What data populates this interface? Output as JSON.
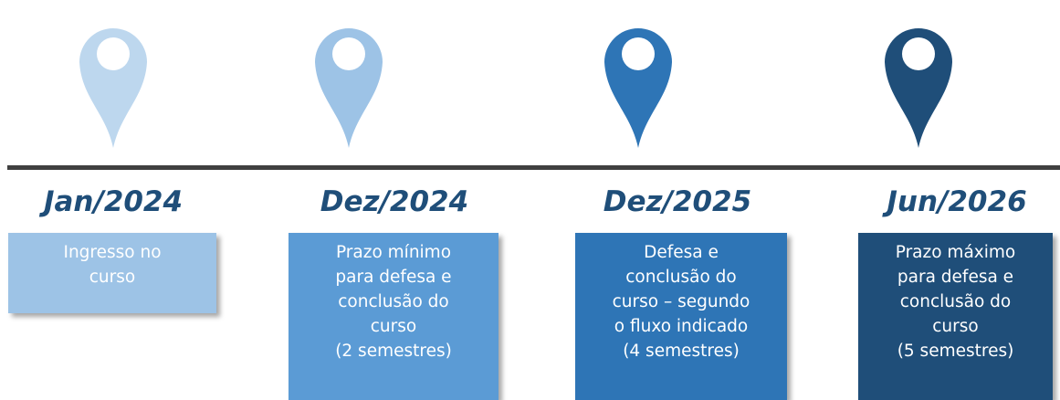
{
  "timeline": {
    "milestones": [
      {
        "date": "Jan/2024",
        "lines": [
          "Ingresso no",
          "curso"
        ],
        "pin_color": "#bdd7ee",
        "box_color": "#9dc3e6"
      },
      {
        "date": "Dez/2024",
        "lines": [
          "Prazo mínimo",
          "para defesa e",
          "conclusão do",
          "curso",
          "(2 semestres)"
        ],
        "pin_color": "#9dc3e6",
        "box_color": "#5b9bd5"
      },
      {
        "date": "Dez/2025",
        "lines": [
          "Defesa e",
          "conclusão do",
          "curso – segundo",
          "o fluxo indicado",
          "(4 semestres)"
        ],
        "pin_color": "#2e75b6",
        "box_color": "#2e75b6"
      },
      {
        "date": "Jun/2026",
        "lines": [
          "Prazo máximo",
          "para defesa e",
          "conclusão do",
          "curso",
          "(5 semestres)"
        ],
        "pin_color": "#1f4e79",
        "box_color": "#1f4e79"
      }
    ],
    "line_color": "#404040",
    "date_color": "#1f4e79"
  }
}
